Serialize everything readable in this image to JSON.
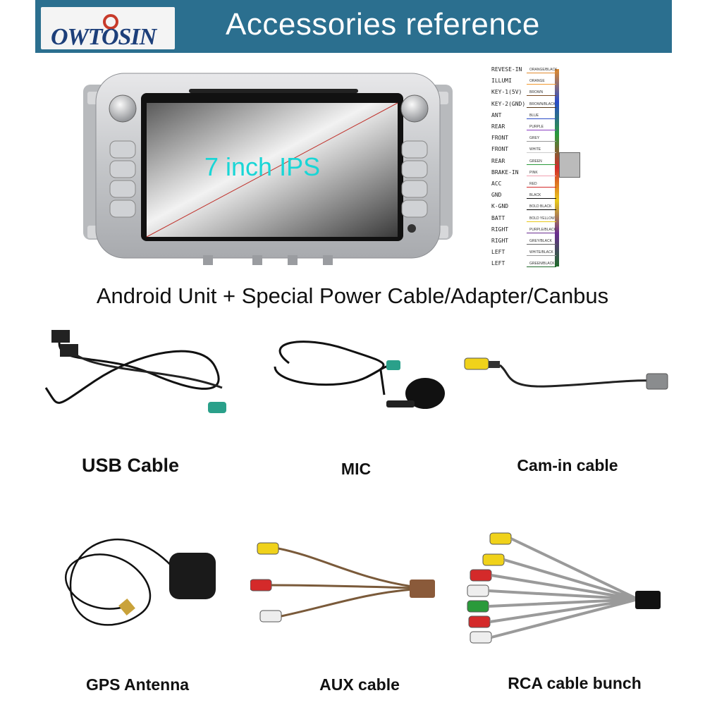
{
  "header": {
    "brand": "OWTOSIN",
    "title": "Accessories reference"
  },
  "screen_label": "7 inch IPS",
  "subtitle": "Android Unit + Special Power Cable/Adapter/Canbus",
  "wiring": [
    {
      "label": "REVESE-IN",
      "color": "ORANGE/BLACK",
      "hex": "#e08a2c"
    },
    {
      "label": "ILLUMI",
      "color": "ORANGE",
      "hex": "#f29a30"
    },
    {
      "label": "KEY-1(5V)",
      "color": "BROWN",
      "hex": "#7a4a22"
    },
    {
      "label": "KEY-2(GND)",
      "color": "BROWN/BLACK",
      "hex": "#5a3a1a"
    },
    {
      "label": "ANT",
      "color": "BLUE",
      "hex": "#2a4cc8"
    },
    {
      "label": "REAR",
      "color": "PURPLE",
      "hex": "#8a3cc0"
    },
    {
      "label": "FRONT",
      "color": "GREY",
      "hex": "#9a9a9a"
    },
    {
      "label": "FRONT",
      "color": "WHITE",
      "hex": "#cccccc"
    },
    {
      "label": "REAR",
      "color": "GREEN",
      "hex": "#2a9a3a"
    },
    {
      "label": "BRAKE-IN",
      "color": "PINK",
      "hex": "#f0a0b0"
    },
    {
      "label": "ACC",
      "color": "RED",
      "hex": "#d42a2a"
    },
    {
      "label": "GND",
      "color": "BLACK",
      "hex": "#111111"
    },
    {
      "label": "K-GND",
      "color": "BOLD BLACK",
      "hex": "#000000"
    },
    {
      "label": "BATT",
      "color": "BOLD YELLOW",
      "hex": "#e8c81a"
    },
    {
      "label": "RIGHT",
      "color": "PURPLE/BLACK",
      "hex": "#6a2c90"
    },
    {
      "label": "RIGHT",
      "color": "GREY/BLACK",
      "hex": "#666666"
    },
    {
      "label": "LEFT",
      "color": "WHITE/BLACK",
      "hex": "#999999"
    },
    {
      "label": "LEFT",
      "color": "GREEN/BLACK",
      "hex": "#1f6a2a"
    }
  ],
  "captions": {
    "usb": "USB Cable",
    "mic": "MIC",
    "cam": "Cam-in cable",
    "gps": "GPS Antenna",
    "aux": "AUX cable",
    "rca": "RCA cable bunch"
  },
  "colors": {
    "header_bg": "#2b6f8f",
    "logo_blue": "#1d3f7a",
    "logo_red": "#c73a2a",
    "screen_text": "#19d6d6"
  }
}
